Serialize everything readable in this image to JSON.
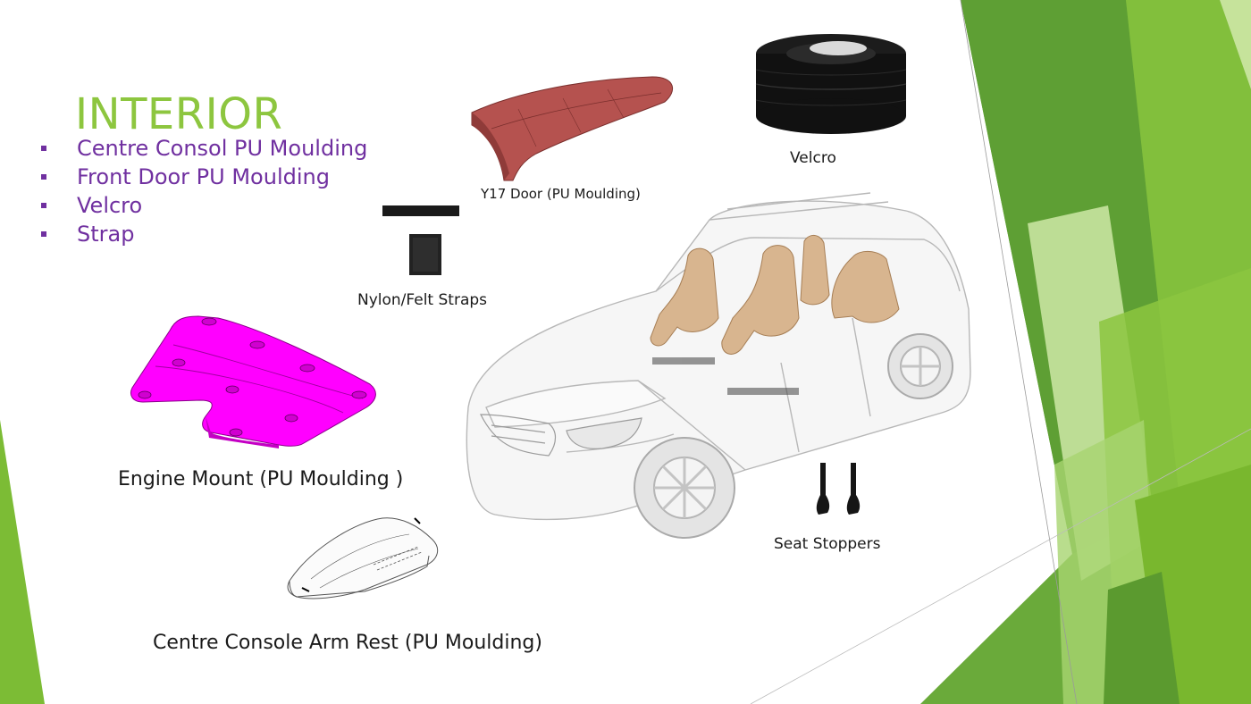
{
  "slide": {
    "title": "INTERIOR",
    "bullets": [
      "Centre Consol PU Moulding",
      "Front Door PU Moulding",
      "Velcro",
      "Strap"
    ],
    "captions": {
      "door": "Y17 Door (PU Moulding)",
      "velcro": "Velcro",
      "nylon_straps": "Nylon/Felt Straps",
      "engine_mount": "Engine Mount (PU Moulding )",
      "seat_stoppers": "Seat Stoppers",
      "arm_rest": "Centre Console Arm Rest (PU Moulding)"
    },
    "colors": {
      "title": "#8dc63f",
      "bullets": "#7030a0",
      "engine_mount": "#ff00ff",
      "door_panel": "#b5524f",
      "green_dark": "#4e9a2a",
      "green_mid": "#76b82a",
      "green_light": "#c8e3a0"
    },
    "icons": [
      "bullet-square-icon"
    ]
  }
}
